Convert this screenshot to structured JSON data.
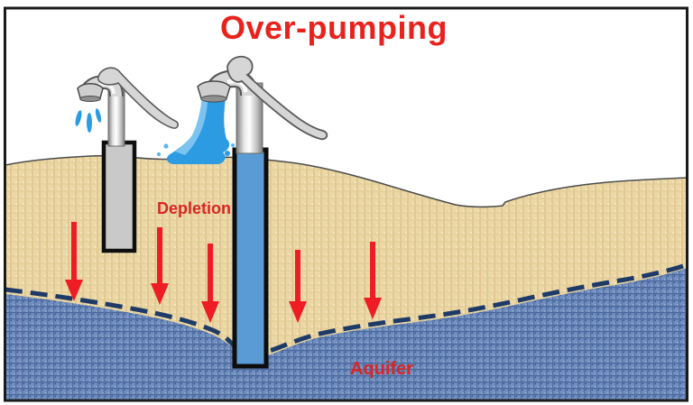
{
  "title": "Over-pumping",
  "labels": {
    "depletion": "Depletion",
    "aquifer": "Aquifer"
  },
  "depletion_arrow_count": 5,
  "colors": {
    "title_red": "#e8221d",
    "label_red": "#d92525",
    "arrow_red": "#ee1c25",
    "ground_tan": "#ebd8a6",
    "aquifer_blue": "#7390c2",
    "water_table_navy": "#1e3a68",
    "well_water_blue": "#5b9bd5",
    "splash_blue": "#2d9be2",
    "splash_light_blue": "#85c9f1",
    "dry_casing_gray": "#c9c9c9",
    "pump_metal_gray": "#d6d6d6",
    "border_black": "#1a1a1a"
  }
}
